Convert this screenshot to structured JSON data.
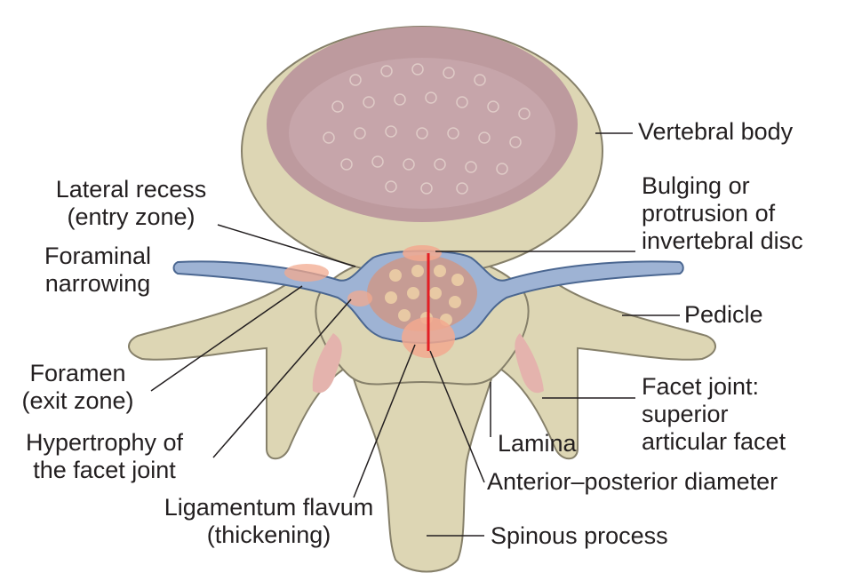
{
  "labels": {
    "vertebral_body": "Vertebral body",
    "bulging_disc": [
      "Bulging or",
      "protrusion of",
      "invertebral disc"
    ],
    "lateral_recess": [
      "Lateral recess",
      "(entry zone)"
    ],
    "foraminal_narrowing": [
      "Foraminal",
      "narrowing"
    ],
    "pedicle": "Pedicle",
    "foramen": [
      "Foramen",
      "(exit zone)"
    ],
    "facet_joint": [
      "Facet joint:",
      "superior",
      "articular facet"
    ],
    "hypertrophy": [
      "Hypertrophy of",
      "the facet joint"
    ],
    "lamina": "Lamina",
    "ap_diameter": "Anterior–posterior diameter",
    "ligamentum_flavum": [
      "Ligamentum flavum",
      "(thickening)"
    ],
    "spinous_process": "Spinous process"
  },
  "colors": {
    "bone": "#ddd6b4",
    "bone_outline": "#86806a",
    "disc_outer": "#bd9a9e",
    "disc_inner": "#c7a6ab",
    "nerve": "#9eb3d4",
    "nerve_outline": "#4b6791",
    "canal_fill": "#c69c94",
    "highlight": "#f2a98f",
    "facet_pink": "#e4b3ad",
    "diameter_line": "#e31e24",
    "leader": "#231f20"
  }
}
